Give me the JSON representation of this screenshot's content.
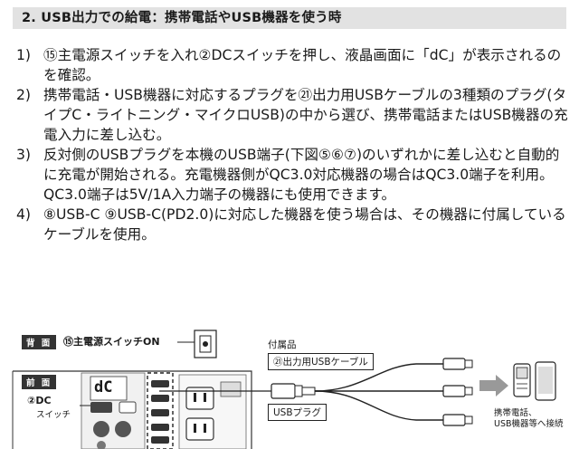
{
  "heading": "2. USB出力での給電：携帯電話やUSB機器を使う時",
  "steps": [
    {
      "num": "1)",
      "text": "⑮主電源スイッチを入れ②DCスイッチを押し、液晶画面に「dC」が表示されるのを確認。"
    },
    {
      "num": "2)",
      "text": "携帯電話・USB機器に対応するプラグを㉑出力用USBケーブルの3種類のプラグ(タイプC・ライトニング・マイクロUSB)の中から選び、携帯電話またはUSB機器の充電入力に差し込む。"
    },
    {
      "num": "3)",
      "text": "反対側のUSBプラグを本機のUSB端子(下図⑤⑥⑦)のいずれかに差し込むと自動的に充電が開始される。充電機器側がQC3.0対応機器の場合はQC3.0端子を利用。QC3.0端子は5V/1A入力端子の機器にも使用できます。"
    },
    {
      "num": "4)",
      "text": "⑧USB-C ⑨USB-C(PD2.0)に対応した機器を使う場合は、その機器に付属しているケーブルを使用。"
    }
  ],
  "diagram": {
    "back_tag": "背 面",
    "power_switch_label": "⑮主電源スイッチON",
    "front_tag": "前 面",
    "dc_label": "②DC",
    "dc_switch_label": "スイッチ",
    "lcd_text": "dC",
    "accessory_label": "付属品",
    "cable_label": "㉑出力用USBケーブル",
    "usb_plug_label": "USBプラグ",
    "device_label_1": "携帯電話、",
    "device_label_2": "USB機器等へ接続"
  }
}
